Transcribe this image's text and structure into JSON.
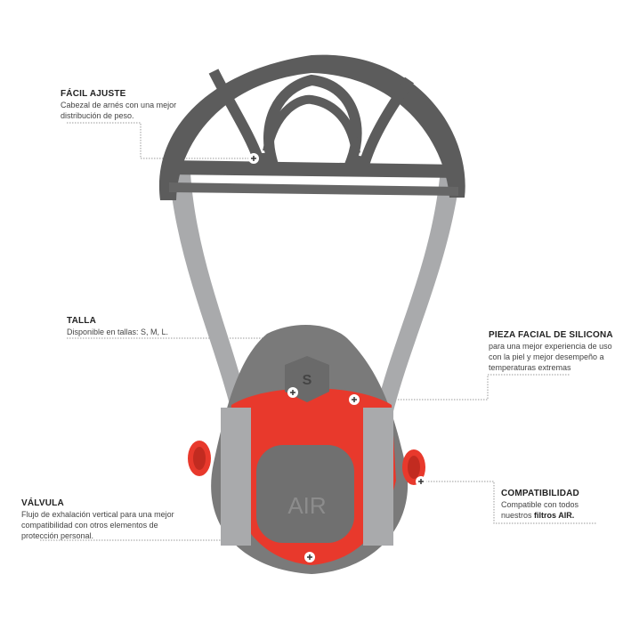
{
  "callouts": {
    "facil_ajuste": {
      "title": "FÁCIL AJUSTE",
      "lines": [
        "Cabezal de arnés con una mejor",
        "distribución de peso."
      ]
    },
    "talla": {
      "title": "TALLA",
      "lines": [
        "Disponible en tallas: S, M, L."
      ]
    },
    "pieza_facial": {
      "title": "PIEZA FACIAL DE SILICONA",
      "lines": [
        "para una mejor experiencia de uso",
        "con la piel y mejor desempeño a",
        "temperaturas extremas"
      ]
    },
    "compatibilidad": {
      "title": "COMPATIBILIDAD",
      "line1": "Compatible con todos",
      "line2_prefix": "nuestros ",
      "line2_bold": "filtros AIR."
    },
    "valvula": {
      "title": "VÁLVULA",
      "lines": [
        "Flujo de exhalación vertical para una mejor",
        "compatibilidad con otros elementos de",
        "protección personal."
      ]
    }
  },
  "product": {
    "cover_text": "AIR",
    "size_badge": "S"
  },
  "colors": {
    "red": "#e8392c",
    "gray": "#7a7a7a",
    "dark_gray": "#5a5a5a",
    "strap": "#a9aaac"
  }
}
